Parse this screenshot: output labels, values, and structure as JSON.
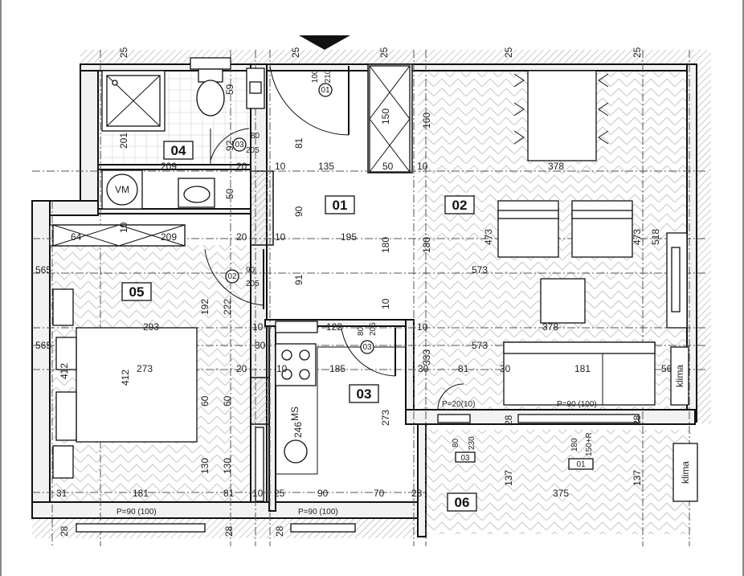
{
  "plan": {
    "rooms": [
      {
        "id": "01"
      },
      {
        "id": "02"
      },
      {
        "id": "03"
      },
      {
        "id": "04"
      },
      {
        "id": "05"
      },
      {
        "id": "06"
      }
    ],
    "fixture_labels": {
      "washing_machine": "VM",
      "dishwasher": "MS",
      "ac_unit_1": "klima",
      "ac_unit_2": "klima"
    },
    "door_tags": [
      {
        "w": "100",
        "h": "210",
        "id": "01"
      },
      {
        "w": "80",
        "h": "205",
        "id": "03"
      },
      {
        "w": "90",
        "h": "205",
        "id": "02"
      },
      {
        "w": "80",
        "h": "205",
        "id": "03"
      }
    ],
    "window_tags": [
      {
        "w": "80",
        "h": "230",
        "id": "03"
      },
      {
        "w": "180",
        "h": "150+R",
        "id": "01"
      }
    ],
    "window_labels": {
      "p1": "P=20(10)",
      "p2": "P=90 (100)",
      "p3": "P=90 (100)",
      "p4": "P=90 (100)"
    },
    "top_dims": [
      "25",
      "25",
      "25",
      "25",
      "25"
    ],
    "dims": {
      "d209a": "209",
      "d20a": "20",
      "d10a": "10",
      "d135": "135",
      "d50a": "50",
      "d10b": "10",
      "d378a": "378",
      "d64": "64",
      "d209b": "209",
      "d20b": "20",
      "d10c": "10",
      "d195": "195",
      "d293": "293",
      "d10d": "10",
      "d122": "122",
      "d10e": "10",
      "d378b": "378",
      "d273": "273",
      "d20c": "20",
      "d10f": "10",
      "d185": "185",
      "d30a": "30",
      "d81a": "81",
      "d30b": "30",
      "d181a": "181",
      "d56": "56",
      "d31": "31",
      "d181b": "181",
      "d81b": "81",
      "d10g": "10",
      "d25x": "25",
      "d90": "90",
      "d70": "70",
      "d28a": "28",
      "d375": "375",
      "d573a": "573",
      "d573b": "573",
      "d565a": "565",
      "d565b": "565",
      "d30c": "30",
      "v160": "160",
      "v150": "150",
      "v81": "81",
      "v90": "90",
      "v91": "91",
      "v180a": "180",
      "v180b": "180",
      "v473a": "473",
      "v473b": "473",
      "v518": "518",
      "v412a": "412",
      "v412b": "412",
      "v192": "192",
      "v222": "222",
      "v60a": "60",
      "v60b": "60",
      "v130a": "130",
      "v130b": "130",
      "v201": "201",
      "v59": "59",
      "v92": "92",
      "v50": "50",
      "v273": "273",
      "v246": "246",
      "v333": "333",
      "v137a": "137",
      "v137b": "137",
      "v10a": "10",
      "v10b": "10",
      "v28a": "28",
      "v28b": "28",
      "v28c": "28",
      "v28d": "28",
      "v28e": "28"
    }
  }
}
